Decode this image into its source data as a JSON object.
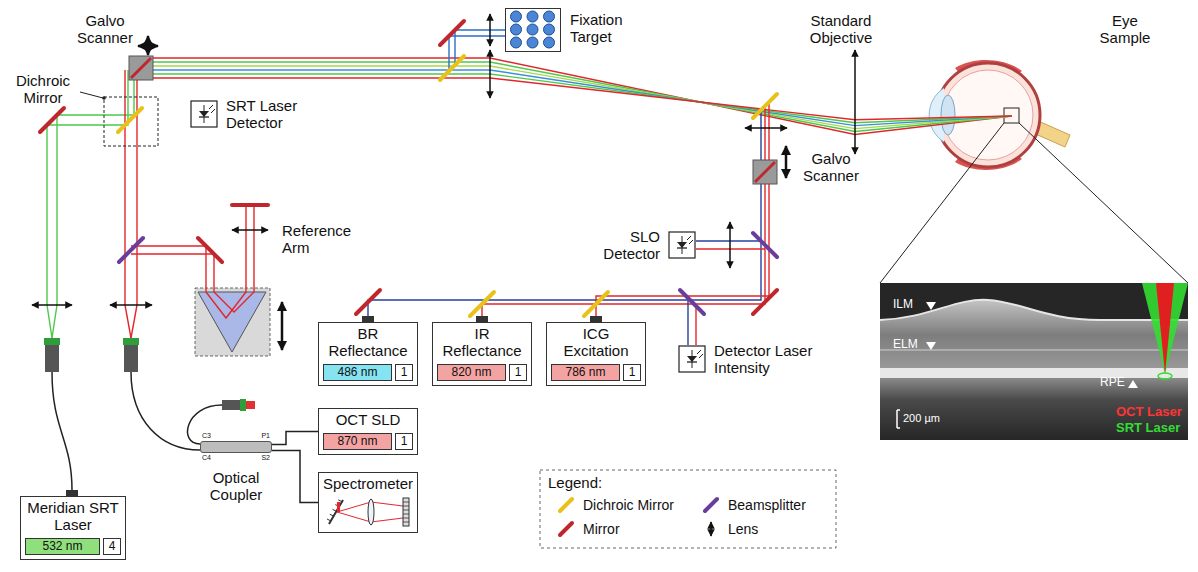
{
  "diagram": {
    "nodes": [
      {
        "text": [
          "Fixation Target"
        ]
      },
      {
        "text": [
          "SRT Laser Detector"
        ]
      },
      {
        "text": [
          "SLO Detector"
        ]
      },
      {
        "text": [
          "BR Reflectance",
          "486 nm",
          "1"
        ]
      },
      {
        "text": [
          "IR Reflectance",
          "820 nm",
          "1"
        ]
      },
      {
        "text": [
          "ICG Excitation",
          "786 nm",
          "1"
        ]
      },
      {
        "text": [
          "Detector Laser Intensity"
        ]
      },
      {
        "text": [
          "OCT SLD",
          "870 nm",
          "1"
        ]
      },
      {
        "text": [
          "Optical Coupler",
          "C3",
          "P1",
          "C4",
          "S2"
        ]
      },
      {
        "text": [
          "Spectrometer"
        ]
      },
      {
        "text": [
          "Meridian SRT Laser",
          "532 nm",
          "4"
        ]
      }
    ],
    "edges": [
      {
        "from": 8,
        "to": 7,
        "arrow": "none"
      },
      {
        "from": 8,
        "to": 9,
        "arrow": "none"
      }
    ],
    "labels": [
      "Galvo Scanner",
      "Dichroic Mirror",
      "Reference Arm",
      "Galvo Scanner",
      "Standard Objective",
      "Eye Sample",
      "ILM",
      "ELM",
      "RPE",
      "200 µm",
      "OCT Laser",
      "SRT Laser",
      "Legend:"
    ],
    "legend": [
      {
        "text": "Dichroic Mirror"
      },
      {
        "text": "Beamsplitter"
      },
      {
        "text": "Mirror"
      },
      {
        "text": "Lens"
      }
    ]
  }
}
